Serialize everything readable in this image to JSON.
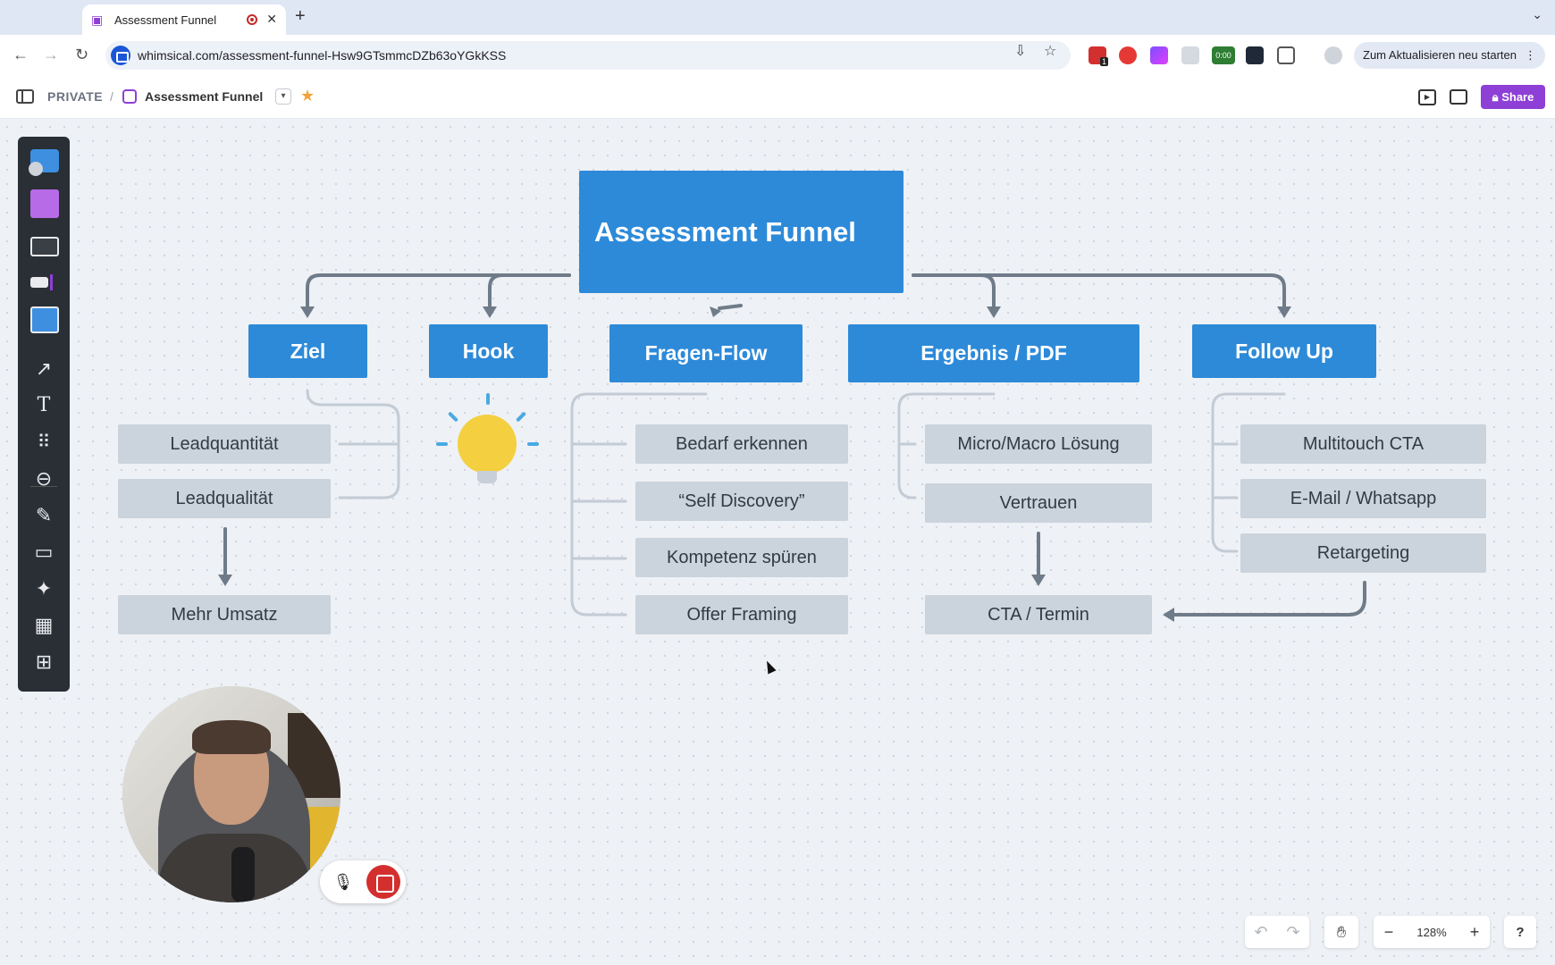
{
  "browser": {
    "tab_title": "Assessment Funnel",
    "url": "whimsical.com/assessment-funnel-Hsw9GTsmmcDZb63oYGkKSS",
    "restart_label": "Zum Aktualisieren neu starten",
    "extension_timer": "0:00",
    "extension_badge": "1"
  },
  "app": {
    "breadcrumb_private": "PRIVATE",
    "breadcrumb_sep": "/",
    "board_name": "Assessment Funnel",
    "share_label": "Share",
    "zoom_level": "128%",
    "help_label": "?"
  },
  "diagram": {
    "title": "Assessment Funnel",
    "branches": [
      {
        "label": "Ziel",
        "items": [
          "Leadquantität",
          "Leadqualität"
        ],
        "result": "Mehr Umsatz"
      },
      {
        "label": "Hook"
      },
      {
        "label": "Fragen-Flow",
        "items": [
          "Bedarf erkennen",
          "“Self Discovery”",
          "Kompetenz spüren",
          "Offer Framing"
        ]
      },
      {
        "label": "Ergebnis / PDF",
        "items": [
          "Micro/Macro Lösung",
          "Vertrauen"
        ],
        "result": "CTA / Termin"
      },
      {
        "label": "Follow Up",
        "items": [
          "Multitouch CTA",
          "E-Mail / Whatsapp",
          "Retargeting"
        ]
      }
    ]
  },
  "colors": {
    "accent": "#8e3fd6",
    "node_blue": "#2d8ad9",
    "item_grey": "#cbd3dc",
    "connector": "#6f7b88",
    "bracket": "#c3cbd5"
  }
}
